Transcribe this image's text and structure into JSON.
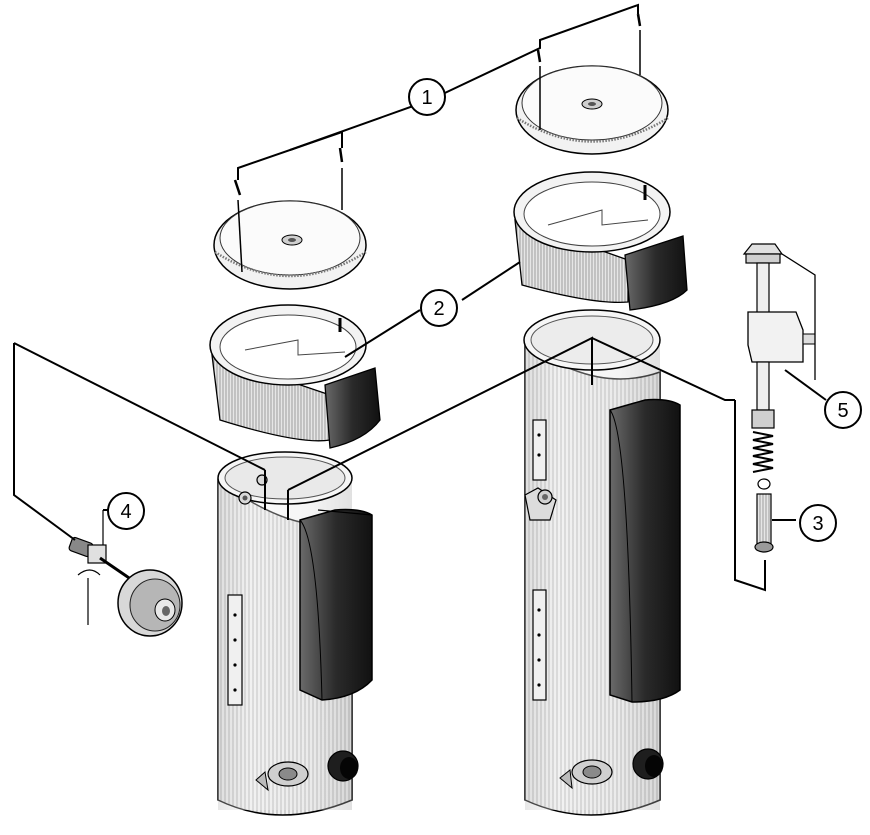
{
  "diagram": {
    "callouts": [
      {
        "id": "1",
        "label": "1"
      },
      {
        "id": "2",
        "label": "2"
      },
      {
        "id": "3",
        "label": "3"
      },
      {
        "id": "4",
        "label": "4"
      },
      {
        "id": "5",
        "label": "5"
      }
    ]
  },
  "colors": {
    "line": "#000000",
    "body_light": "#f2f2f2",
    "body_mid": "#cfcfcf",
    "body_dark": "#2e2e2e",
    "background": "#ffffff"
  }
}
